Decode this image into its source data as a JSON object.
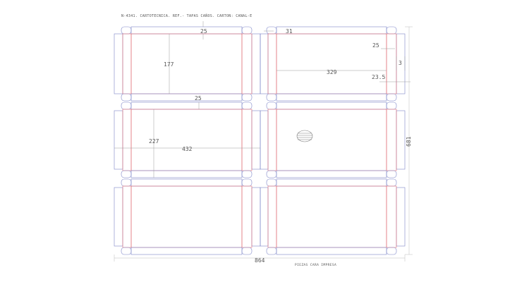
{
  "header": {
    "title": "N-4341. CARTOTECNICA. REF.- TAPAS CAÑOS. CARTON: CANAL-E"
  },
  "footer": {
    "note": "PIEZAS CARA IMPRESA"
  },
  "dimensions": {
    "top_flap": "25",
    "top_gap": "31",
    "panel_height": "177",
    "side_flap": "25",
    "top_length": "329",
    "small_gap": "3",
    "corner_flap": "23.5",
    "mid_flap": "25",
    "mid_height": "227",
    "mid_length": "432",
    "overall_height": "681",
    "overall_width": "864"
  },
  "colors": {
    "cut_line": "#7d86c8",
    "fold_line": "#e06d75",
    "dimension_line": "#bdbdbd",
    "text": "#555555"
  }
}
